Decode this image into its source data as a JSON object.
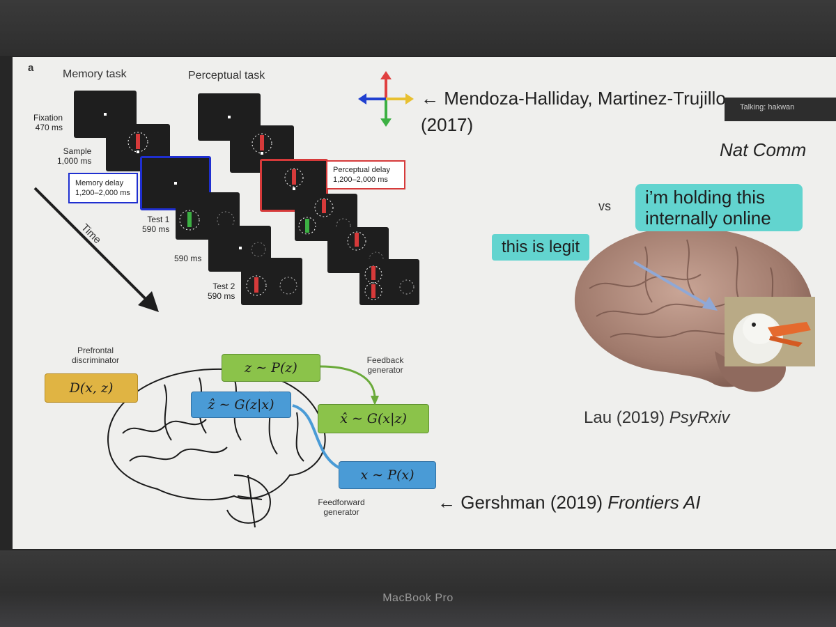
{
  "slide": {
    "panel_letter": "a",
    "memory_task_title": "Memory task",
    "perceptual_task_title": "Perceptual task",
    "fixation_label": "Fixation\n470 ms",
    "sample_label": "Sample\n1,000 ms",
    "memory_delay_label": "Memory delay\n1,200–2,000 ms",
    "perceptual_delay_label": "Perceptual delay\n1,200–2,000 ms",
    "test1_label": "Test 1\n590 ms",
    "gap_label": "590 ms",
    "test2_label": "Test 2\n590 ms",
    "time_label": "Time",
    "citation_top": "← Mendoza-Halliday, Martinez-Trujillo",
    "citation_top_year": "(2017)",
    "citation_top_journal": "Nat Comm",
    "vs": "vs",
    "note_internal": "i’m holding this internally online",
    "note_legit": "this is legit",
    "lau_citation_plain": "Lau (2019) ",
    "lau_citation_italic": "PsyRxiv",
    "prefrontal_label": "Prefrontal\ndiscriminator",
    "feedback_label": "Feedback\ngenerator",
    "feedforward_label": "Feedforward\ngenerator",
    "math_D": "D(x, z)",
    "math_zP": "z ∼ P(z)",
    "math_zG": "ẑ ∼ G(z|x)",
    "math_xG": "x̂ ∼ G(x|z)",
    "math_xP": "x ∼ P(x)",
    "gershman_plain": "← Gershman (2019) ",
    "gershman_italic": "Frontiers AI"
  },
  "zoom_overlay": {
    "talking": "Talking: hakwan"
  },
  "device": {
    "label": "MacBook Pro"
  },
  "colors": {
    "memory_box": "#1f2fd0",
    "perceptual_box": "#d63a3a",
    "note_bg": "#62d4cf",
    "math_green": "#8bc34a",
    "math_blue": "#4a9bd6",
    "math_yellow": "#e0b443"
  }
}
